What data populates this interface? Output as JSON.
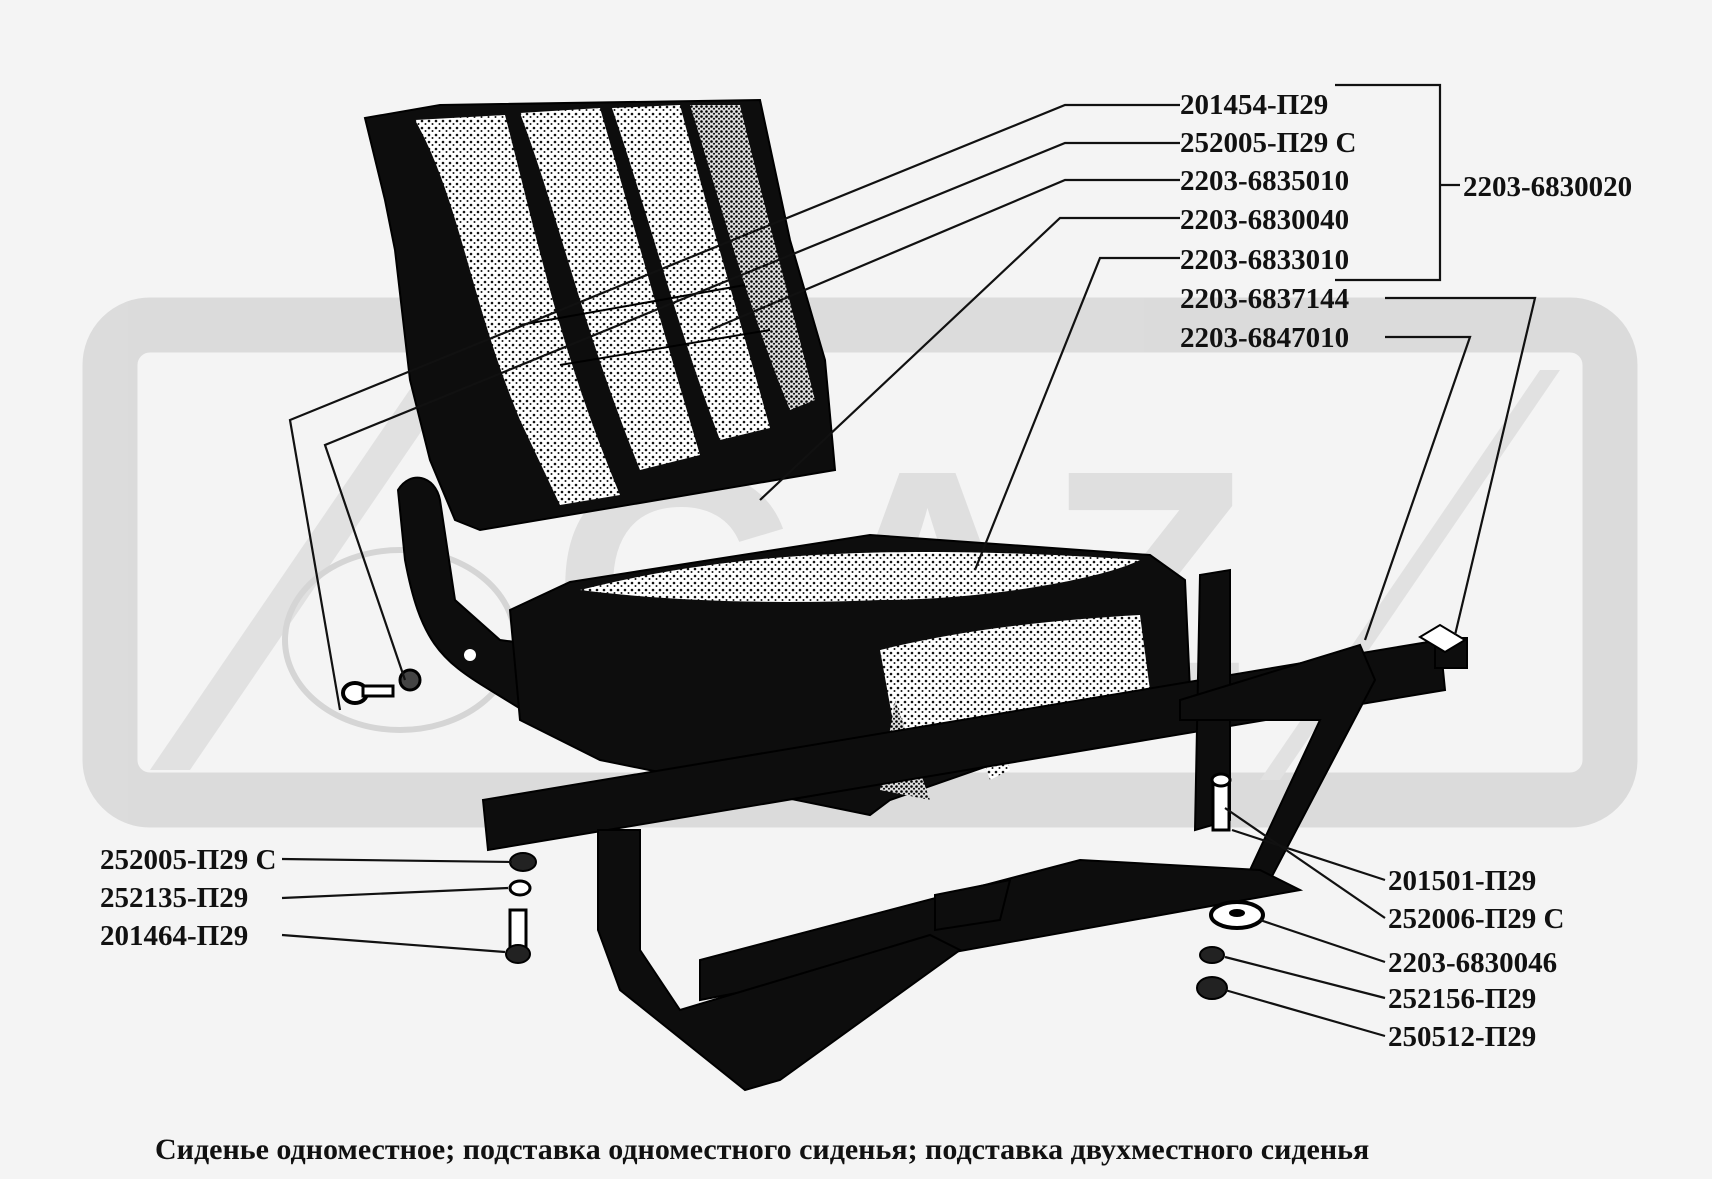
{
  "caption": "Сиденье одноместное; подставка одноместного сиденья; подставка двухместного сиденья",
  "group_label": "2203-6830020",
  "labels_top": [
    "201454-П29",
    "252005-П29 С",
    "2203-6835010",
    "2203-6830040",
    "2203-6833010",
    "2203-6837144",
    "2203-6847010"
  ],
  "labels_left": [
    "252005-П29 С",
    "252135-П29",
    "201464-П29"
  ],
  "labels_right": [
    "201501-П29",
    "252006-П29 С",
    "2203-6830046",
    "252156-П29",
    "250512-П29"
  ],
  "watermark": "GAZ"
}
